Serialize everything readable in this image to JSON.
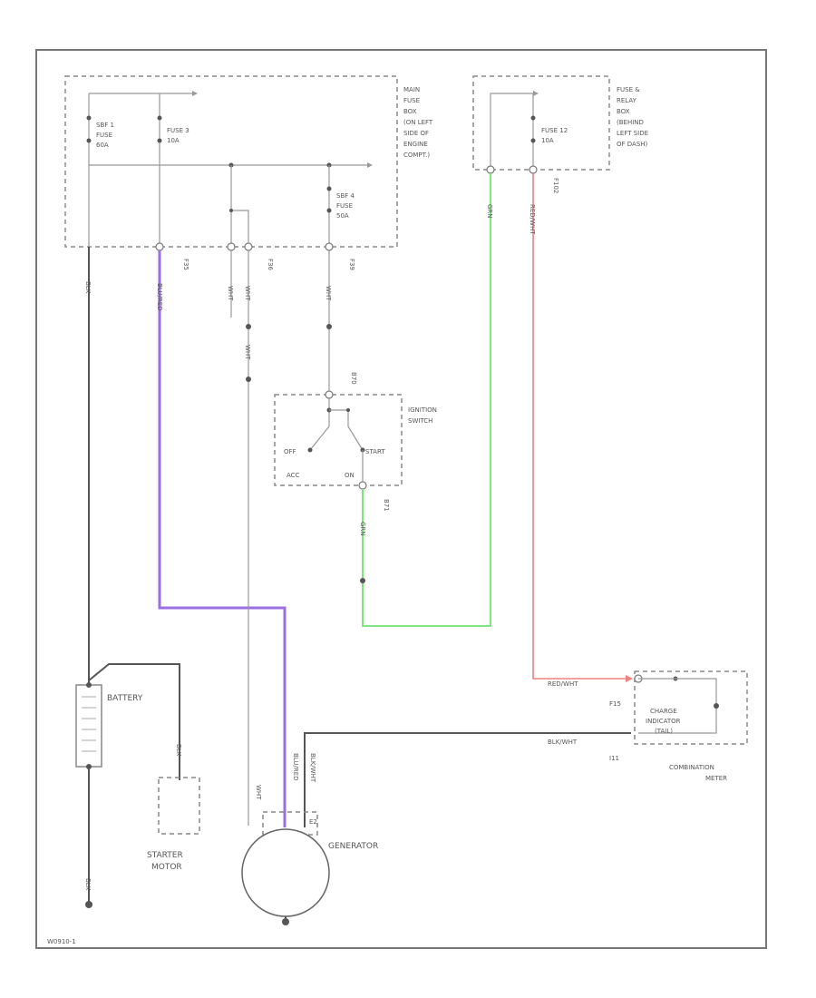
{
  "boxes": {
    "main_fuse_box": [
      "MAIN",
      "FUSE",
      "BOX",
      "(ON LEFT",
      "SIDE OF",
      "ENGINE",
      "COMPT.)"
    ],
    "fuse_relay_box": [
      "FUSE &",
      "RELAY",
      "BOX",
      "(BEHIND",
      "LEFT SIDE",
      "OF DASH)"
    ],
    "ignition_switch": [
      "IGNITION",
      "SWITCH"
    ],
    "combination_meter": [
      "COMBINATION",
      "METER"
    ],
    "charge_indicator": [
      "CHARGE",
      "INDICATOR",
      "(TAIL)"
    ]
  },
  "fuses": {
    "sbf1": [
      "SBF 1",
      "FUSE",
      "60A"
    ],
    "fuse3": [
      "FUSE 3",
      "10A"
    ],
    "sbf4": [
      "SBF 4",
      "FUSE",
      "50A"
    ],
    "fuse12": [
      "FUSE 12",
      "10A"
    ]
  },
  "switch_positions": {
    "off": "OFF",
    "start": "START",
    "acc": "ACC",
    "on": "ON"
  },
  "components": {
    "battery": "BATTERY",
    "starter_motor": [
      "STARTER",
      "MOTOR"
    ],
    "generator": "GENERATOR"
  },
  "connectors": {
    "f35": "F35",
    "f36": "F36",
    "f39": "F39",
    "f102": "F102",
    "b70": "B70",
    "b71": "B71",
    "f15": "F15",
    "i11": "I11",
    "e2": "E2"
  },
  "wire_labels": {
    "wht_a": "WHT",
    "wht_b": "WHT",
    "wht_c": "WHT",
    "wht_d": "WHT",
    "wht_gen": "WHT",
    "blu_red": "BLU/RED",
    "grn": "GRN",
    "grn2": "GRN",
    "red_wht": "RED/WHT",
    "red_wht2": "RED/WHT",
    "blk_wht": "BLK/WHT",
    "blk_wht2": "BLK/WHT",
    "blu_red2": "BLU/RED",
    "blk_batt": "BLK",
    "blk_gnd": "BLK",
    "blk_start": "BLK"
  },
  "footer": {
    "code": "W0910-1"
  },
  "colors": {
    "purple_wire": "#9b6fe0",
    "green_wire": "#7ee87e",
    "red_wire": "#f08080",
    "dark_wire": "#555555"
  }
}
